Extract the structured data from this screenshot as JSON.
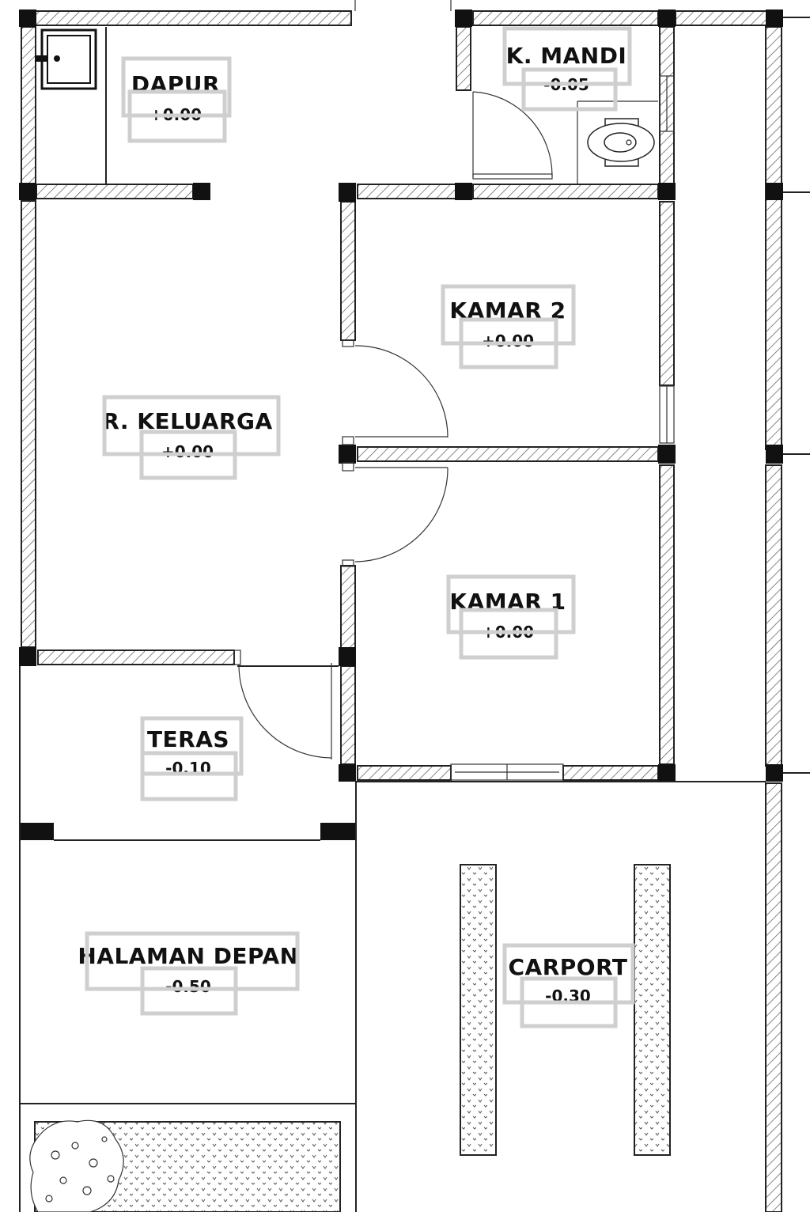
{
  "rooms": {
    "dapur": {
      "name": "DAPUR",
      "level": "+0.00"
    },
    "kmandi": {
      "name": "K. MANDI",
      "level": "-0.05"
    },
    "kamar2": {
      "name": "KAMAR 2",
      "level": "+0.00"
    },
    "keluarga": {
      "name": "R. KELUARGA",
      "level": "+0.00"
    },
    "kamar1": {
      "name": "KAMAR 1",
      "level": "+0.00"
    },
    "teras": {
      "name": "TERAS",
      "level": "-0.10"
    },
    "halaman": {
      "name": "HALAMAN DEPAN",
      "level": "-0.50"
    },
    "carport": {
      "name": "CARPORT",
      "level": "-0.30"
    }
  }
}
